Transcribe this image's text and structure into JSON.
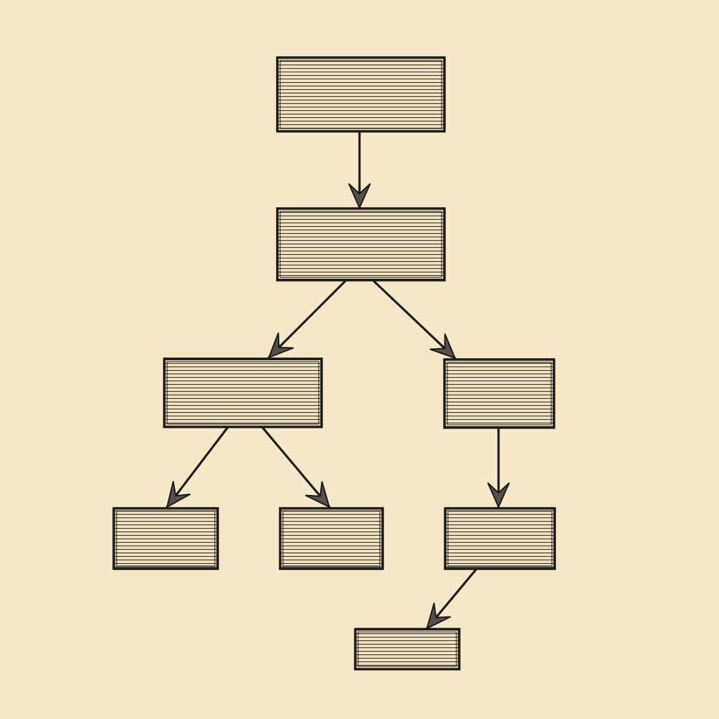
{
  "diagram": {
    "type": "flowchart-tree",
    "style": "engraved hatched boxes on parchment",
    "colors": {
      "paper": "#f5e8c9",
      "ink": "#1c1a17",
      "box_fill": "#efe2c2",
      "hatch": "#3a342c"
    },
    "nodes": [
      {
        "id": "n1",
        "label": ""
      },
      {
        "id": "n2",
        "label": ""
      },
      {
        "id": "n3",
        "label": ""
      },
      {
        "id": "n4",
        "label": ""
      },
      {
        "id": "n5",
        "label": ""
      },
      {
        "id": "n6",
        "label": ""
      },
      {
        "id": "n7",
        "label": ""
      },
      {
        "id": "n8",
        "label": ""
      },
      {
        "id": "n9",
        "label": ""
      }
    ],
    "edges": [
      {
        "from": "n1",
        "to": "n2"
      },
      {
        "from": "n2",
        "to": "n3"
      },
      {
        "from": "n2",
        "to": "n4"
      },
      {
        "from": "n3",
        "to": "n5"
      },
      {
        "from": "n3",
        "to": "n6"
      },
      {
        "from": "n4",
        "to": "n7"
      },
      {
        "from": "n7",
        "to": "n8"
      }
    ]
  }
}
